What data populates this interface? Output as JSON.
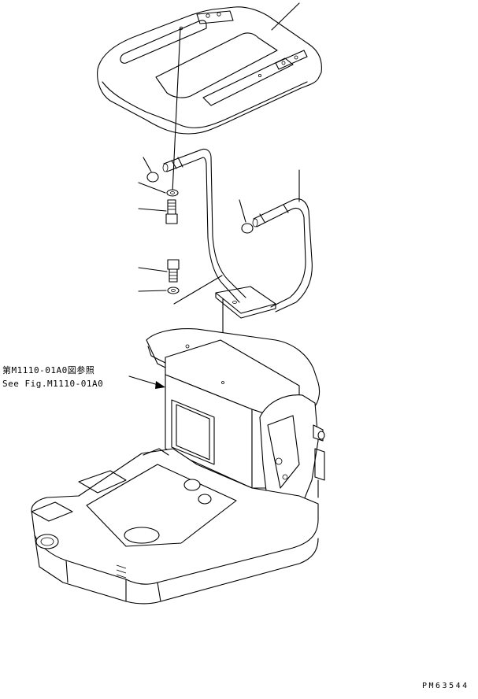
{
  "diagram": {
    "reference_note": {
      "japanese": "第M1110-01A0図参照",
      "english": "See Fig.M1110-01A0"
    },
    "drawing_number": "PM63544",
    "parts": [
      {
        "id": "seat-cover"
      },
      {
        "id": "grab-rail-left"
      },
      {
        "id": "grab-rail-right"
      },
      {
        "id": "cap-left"
      },
      {
        "id": "cap-right"
      },
      {
        "id": "washer-upper"
      },
      {
        "id": "bolt-upper"
      },
      {
        "id": "bolt-lower"
      },
      {
        "id": "washer-lower"
      },
      {
        "id": "seat-stand-frame"
      }
    ]
  }
}
